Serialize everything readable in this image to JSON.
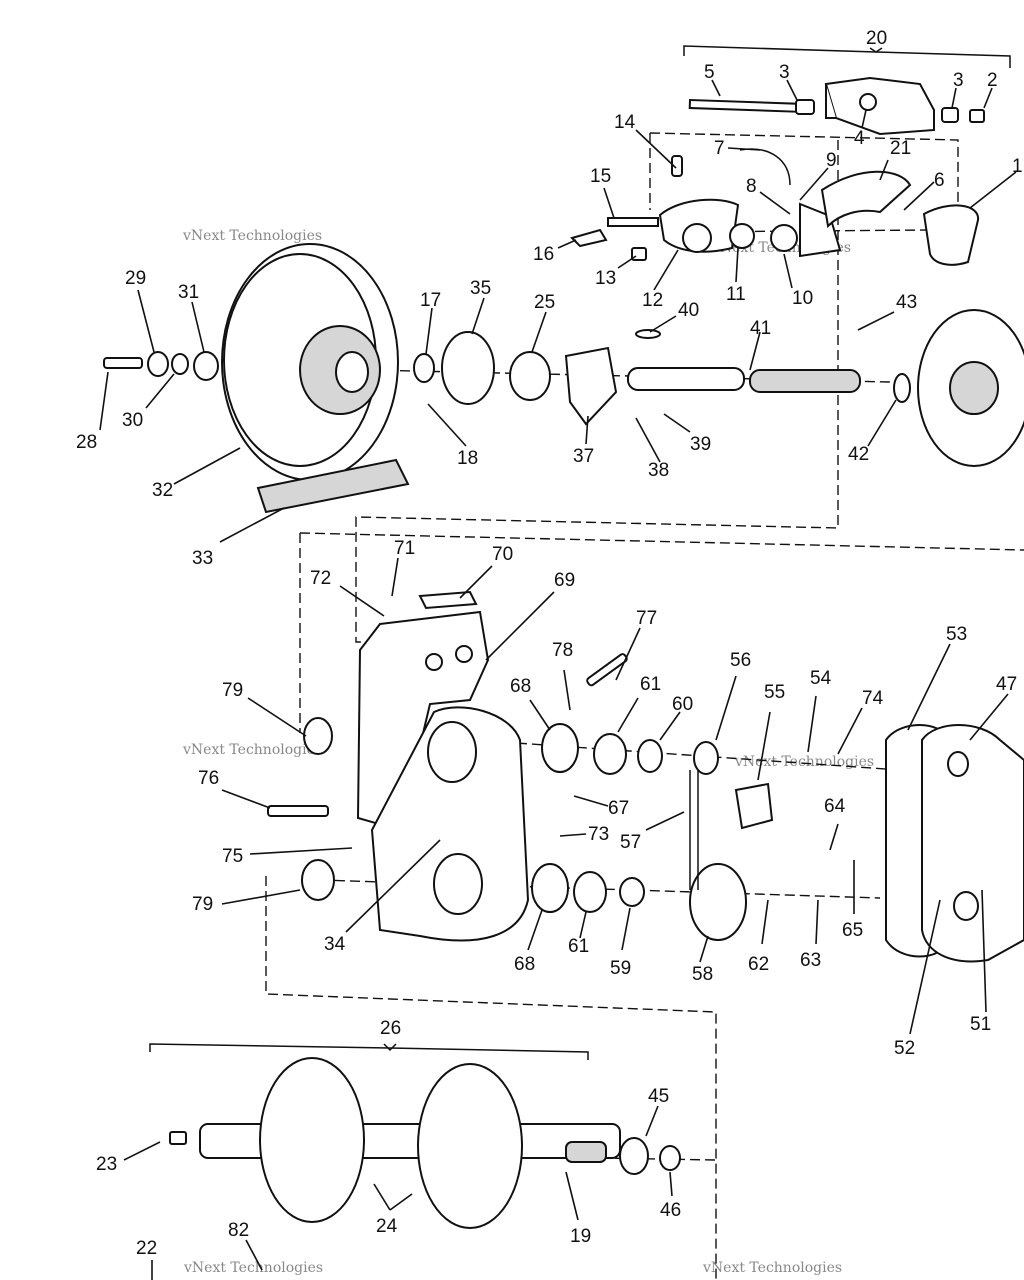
{
  "diagram": {
    "watermark": "vNext Technologies",
    "callouts": [
      {
        "id": "c20",
        "text": "20"
      },
      {
        "id": "c5",
        "text": "5"
      },
      {
        "id": "c3a",
        "text": "3"
      },
      {
        "id": "c3b",
        "text": "3"
      },
      {
        "id": "c2",
        "text": "2"
      },
      {
        "id": "c4",
        "text": "4"
      },
      {
        "id": "c14",
        "text": "14"
      },
      {
        "id": "c7",
        "text": "7"
      },
      {
        "id": "c9",
        "text": "9"
      },
      {
        "id": "c21",
        "text": "21"
      },
      {
        "id": "c1",
        "text": "1"
      },
      {
        "id": "c15",
        "text": "15"
      },
      {
        "id": "c8",
        "text": "8"
      },
      {
        "id": "c6",
        "text": "6"
      },
      {
        "id": "c16",
        "text": "16"
      },
      {
        "id": "c13",
        "text": "13"
      },
      {
        "id": "c12",
        "text": "12"
      },
      {
        "id": "c11",
        "text": "11"
      },
      {
        "id": "c10",
        "text": "10"
      },
      {
        "id": "c29",
        "text": "29"
      },
      {
        "id": "c31",
        "text": "31"
      },
      {
        "id": "c17",
        "text": "17"
      },
      {
        "id": "c35",
        "text": "35"
      },
      {
        "id": "c25",
        "text": "25"
      },
      {
        "id": "c40",
        "text": "40"
      },
      {
        "id": "c41",
        "text": "41"
      },
      {
        "id": "c43",
        "text": "43"
      },
      {
        "id": "c28",
        "text": "28"
      },
      {
        "id": "c30",
        "text": "30"
      },
      {
        "id": "c18",
        "text": "18"
      },
      {
        "id": "c37",
        "text": "37"
      },
      {
        "id": "c38",
        "text": "38"
      },
      {
        "id": "c39",
        "text": "39"
      },
      {
        "id": "c42",
        "text": "42"
      },
      {
        "id": "c32",
        "text": "32"
      },
      {
        "id": "c33",
        "text": "33"
      },
      {
        "id": "c71",
        "text": "71"
      },
      {
        "id": "c70",
        "text": "70"
      },
      {
        "id": "c72",
        "text": "72"
      },
      {
        "id": "c69",
        "text": "69"
      },
      {
        "id": "c77",
        "text": "77"
      },
      {
        "id": "c53",
        "text": "53"
      },
      {
        "id": "c47",
        "text": "47"
      },
      {
        "id": "c78",
        "text": "78"
      },
      {
        "id": "c56",
        "text": "56"
      },
      {
        "id": "c68a",
        "text": "68"
      },
      {
        "id": "c61a",
        "text": "61"
      },
      {
        "id": "c79a",
        "text": "79"
      },
      {
        "id": "c55",
        "text": "55"
      },
      {
        "id": "c54",
        "text": "54"
      },
      {
        "id": "c74",
        "text": "74"
      },
      {
        "id": "c60",
        "text": "60"
      },
      {
        "id": "c76",
        "text": "76"
      },
      {
        "id": "c67",
        "text": "67"
      },
      {
        "id": "c64",
        "text": "64"
      },
      {
        "id": "c57",
        "text": "57"
      },
      {
        "id": "c73",
        "text": "73"
      },
      {
        "id": "c75",
        "text": "75"
      },
      {
        "id": "c79b",
        "text": "79"
      },
      {
        "id": "c34",
        "text": "34"
      },
      {
        "id": "c68b",
        "text": "68"
      },
      {
        "id": "c61b",
        "text": "61"
      },
      {
        "id": "c59",
        "text": "59"
      },
      {
        "id": "c58",
        "text": "58"
      },
      {
        "id": "c62",
        "text": "62"
      },
      {
        "id": "c63",
        "text": "63"
      },
      {
        "id": "c65",
        "text": "65"
      },
      {
        "id": "c51",
        "text": "51"
      },
      {
        "id": "c52",
        "text": "52"
      },
      {
        "id": "c26",
        "text": "26"
      },
      {
        "id": "c45",
        "text": "45"
      },
      {
        "id": "c23",
        "text": "23"
      },
      {
        "id": "c46",
        "text": "46"
      },
      {
        "id": "c24",
        "text": "24"
      },
      {
        "id": "c19",
        "text": "19"
      },
      {
        "id": "c82",
        "text": "82"
      },
      {
        "id": "c22",
        "text": "22"
      }
    ]
  }
}
